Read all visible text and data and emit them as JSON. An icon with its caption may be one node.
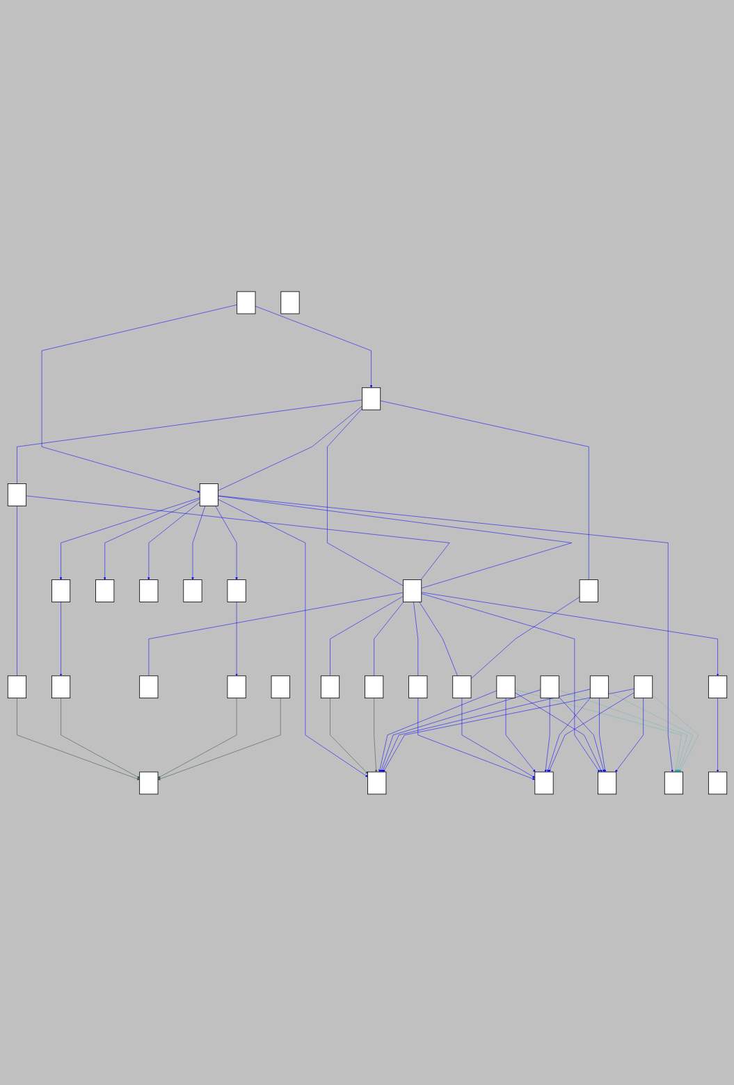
{
  "diagram": {
    "nodes": [
      {
        "text": [],
        "shape": "box"
      },
      {
        "text": [],
        "shape": "box"
      },
      {
        "text": [],
        "shape": "box"
      },
      {
        "text": [],
        "shape": "box"
      },
      {
        "text": [],
        "shape": "box"
      },
      {
        "text": [],
        "shape": "box"
      },
      {
        "text": [],
        "shape": "box"
      },
      {
        "text": [],
        "shape": "box"
      },
      {
        "text": [],
        "shape": "box"
      },
      {
        "text": [],
        "shape": "box"
      },
      {
        "text": [],
        "shape": "box"
      },
      {
        "text": [],
        "shape": "box"
      },
      {
        "text": [],
        "shape": "box"
      },
      {
        "text": [],
        "shape": "box"
      },
      {
        "text": [],
        "shape": "box"
      },
      {
        "text": [],
        "shape": "box"
      },
      {
        "text": [],
        "shape": "box"
      },
      {
        "text": [],
        "shape": "box"
      },
      {
        "text": [],
        "shape": "box"
      },
      {
        "text": [],
        "shape": "box"
      },
      {
        "text": [],
        "shape": "box"
      },
      {
        "text": [],
        "shape": "box"
      },
      {
        "text": [],
        "shape": "box"
      },
      {
        "text": [],
        "shape": "box"
      },
      {
        "text": [],
        "shape": "box"
      },
      {
        "text": [],
        "shape": "box"
      },
      {
        "text": [],
        "shape": "box"
      },
      {
        "text": [],
        "shape": "box"
      },
      {
        "text": [],
        "shape": "box"
      },
      {
        "text": [],
        "shape": "box"
      },
      {
        "text": [],
        "shape": "box"
      },
      {
        "text": [],
        "shape": "box"
      }
    ],
    "edges": [
      {
        "from": 0,
        "to": 1,
        "arrow": "to"
      },
      {
        "from": 0,
        "to": 4,
        "arrow": "to"
      },
      {
        "from": 1,
        "to": 3,
        "arrow": "none"
      },
      {
        "from": 1,
        "to": 4,
        "arrow": "none"
      },
      {
        "from": 1,
        "to": 5,
        "arrow": "none"
      },
      {
        "from": 1,
        "to": 6,
        "arrow": "none"
      },
      {
        "from": 3,
        "to": 5,
        "arrow": "none"
      },
      {
        "from": 4,
        "to": 5,
        "arrow": "none"
      },
      {
        "from": 3,
        "to": 7,
        "arrow": "none"
      },
      {
        "from": 7,
        "to": 8,
        "arrow": "to",
        "color": "#2f4f4f"
      },
      {
        "from": 22,
        "to": 8,
        "arrow": "to",
        "color": "#2f4f4f"
      },
      {
        "from": 23,
        "to": 8,
        "arrow": "to",
        "color": "#2f4f4f"
      },
      {
        "from": 24,
        "to": 8,
        "arrow": "to",
        "color": "#2f4f4f"
      },
      {
        "from": 12,
        "to": 22,
        "arrow": "to"
      },
      {
        "from": 13,
        "to": 23,
        "arrow": "to"
      },
      {
        "from": 4,
        "to": 9,
        "arrow": "to"
      },
      {
        "from": 4,
        "to": 10,
        "arrow": "to"
      },
      {
        "from": 4,
        "to": 11,
        "arrow": "to"
      },
      {
        "from": 4,
        "to": 12,
        "arrow": "to"
      },
      {
        "from": 4,
        "to": 13,
        "arrow": "to"
      },
      {
        "from": 4,
        "to": 16,
        "arrow": "to"
      },
      {
        "from": 4,
        "to": 15,
        "arrow": "to"
      },
      {
        "from": 5,
        "to": 14,
        "arrow": "to"
      },
      {
        "from": 5,
        "to": 17,
        "arrow": "none"
      },
      {
        "from": 5,
        "to": 18,
        "arrow": "none"
      },
      {
        "from": 5,
        "to": 20,
        "arrow": "none"
      },
      {
        "from": 5,
        "to": 21,
        "arrow": "to"
      },
      {
        "from": 6,
        "to": 20,
        "arrow": "none"
      },
      {
        "from": 14,
        "to": 25,
        "arrow": "to"
      },
      {
        "from": 18,
        "to": 19,
        "arrow": "to"
      },
      {
        "from": 20,
        "to": 19,
        "arrow": "to"
      },
      {
        "from": 5,
        "to": 26,
        "arrow": "none"
      },
      {
        "from": 5,
        "to": 27,
        "arrow": "none"
      },
      {
        "from": 26,
        "to": 15,
        "arrow": "to",
        "color": "#2f4f4f"
      },
      {
        "from": 27,
        "to": 15,
        "arrow": "to",
        "color": "#2f4f4f"
      },
      {
        "from": 28,
        "to": 15,
        "arrow": "to"
      },
      {
        "from": 29,
        "to": 15,
        "arrow": "to"
      },
      {
        "from": 30,
        "to": 15,
        "arrow": "to"
      },
      {
        "from": 31,
        "to": 15,
        "arrow": "to"
      },
      {
        "from": 28,
        "to": 16,
        "arrow": "to",
        "style": "dashed",
        "color": "#20b0b0"
      },
      {
        "from": 29,
        "to": 16,
        "arrow": "to",
        "style": "dashed",
        "color": "#20b0b0"
      },
      {
        "from": 30,
        "to": 16,
        "arrow": "to",
        "style": "dashed",
        "color": "#20b0b0"
      },
      {
        "from": 31,
        "to": 16,
        "arrow": "to",
        "style": "dashed",
        "color": "#20b0b0"
      },
      {
        "from": 28,
        "to": 19,
        "arrow": "to"
      },
      {
        "from": 29,
        "to": 19,
        "arrow": "to"
      },
      {
        "from": 30,
        "to": 19,
        "arrow": "to"
      },
      {
        "from": 31,
        "to": 19,
        "arrow": "to"
      },
      {
        "from": 28,
        "to": 21,
        "arrow": "to"
      },
      {
        "from": 29,
        "to": 21,
        "arrow": "to"
      },
      {
        "from": 30,
        "to": 21,
        "arrow": "to"
      },
      {
        "from": 31,
        "to": 21,
        "arrow": "to"
      }
    ]
  }
}
